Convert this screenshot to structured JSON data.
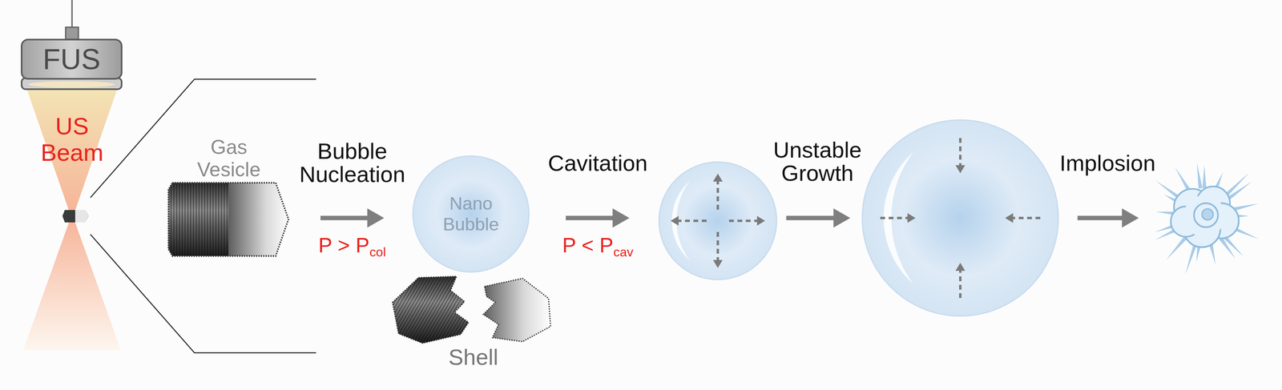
{
  "diagram": {
    "nodes": [
      {
        "text": [
          "FUS"
        ]
      },
      {
        "text": [
          "Gas Vesicle"
        ]
      },
      {
        "text": [
          "Nano Bubble"
        ]
      },
      {
        "text": [
          "Shell"
        ]
      }
    ],
    "edges": [
      {
        "from": 1,
        "to": 2,
        "arrow": "to",
        "label": "Bubble Nucleation"
      }
    ],
    "labels": [
      "US Beam",
      "Cavitation",
      "P > P",
      "col",
      "P < P",
      "cav",
      "Unstable Growth",
      "Implosion"
    ]
  }
}
